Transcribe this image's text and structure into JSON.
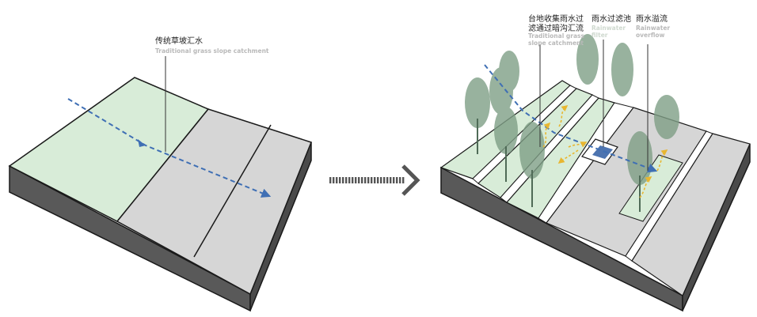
{
  "labels": {
    "left_title_cn": "传统草坡汇水",
    "left_title_en": "Traditional grass slope catchment",
    "terrace_cn_line1": "台地收集雨水过",
    "terrace_cn_line2": "滤通过暗沟汇流",
    "terrace_en_line1": "Traditional grass",
    "terrace_en_line2": "slope catchment",
    "filter_cn": "雨水过滤池",
    "filter_en_line1": "Rainwater",
    "filter_en_line2": "filter",
    "overflow_cn": "雨水溢流",
    "overflow_en_line1": "Rainwater",
    "overflow_en_line2": "overflow"
  },
  "colors": {
    "grass": "#d8ecd8",
    "paving": "#d6d6d6",
    "side_face": "#595959",
    "outline": "#1a1a1a",
    "flow_arrow": "#3f6fb4",
    "local_flow": "#e8b630",
    "tree": "#7f9f86",
    "pool": "#4d74b0"
  }
}
